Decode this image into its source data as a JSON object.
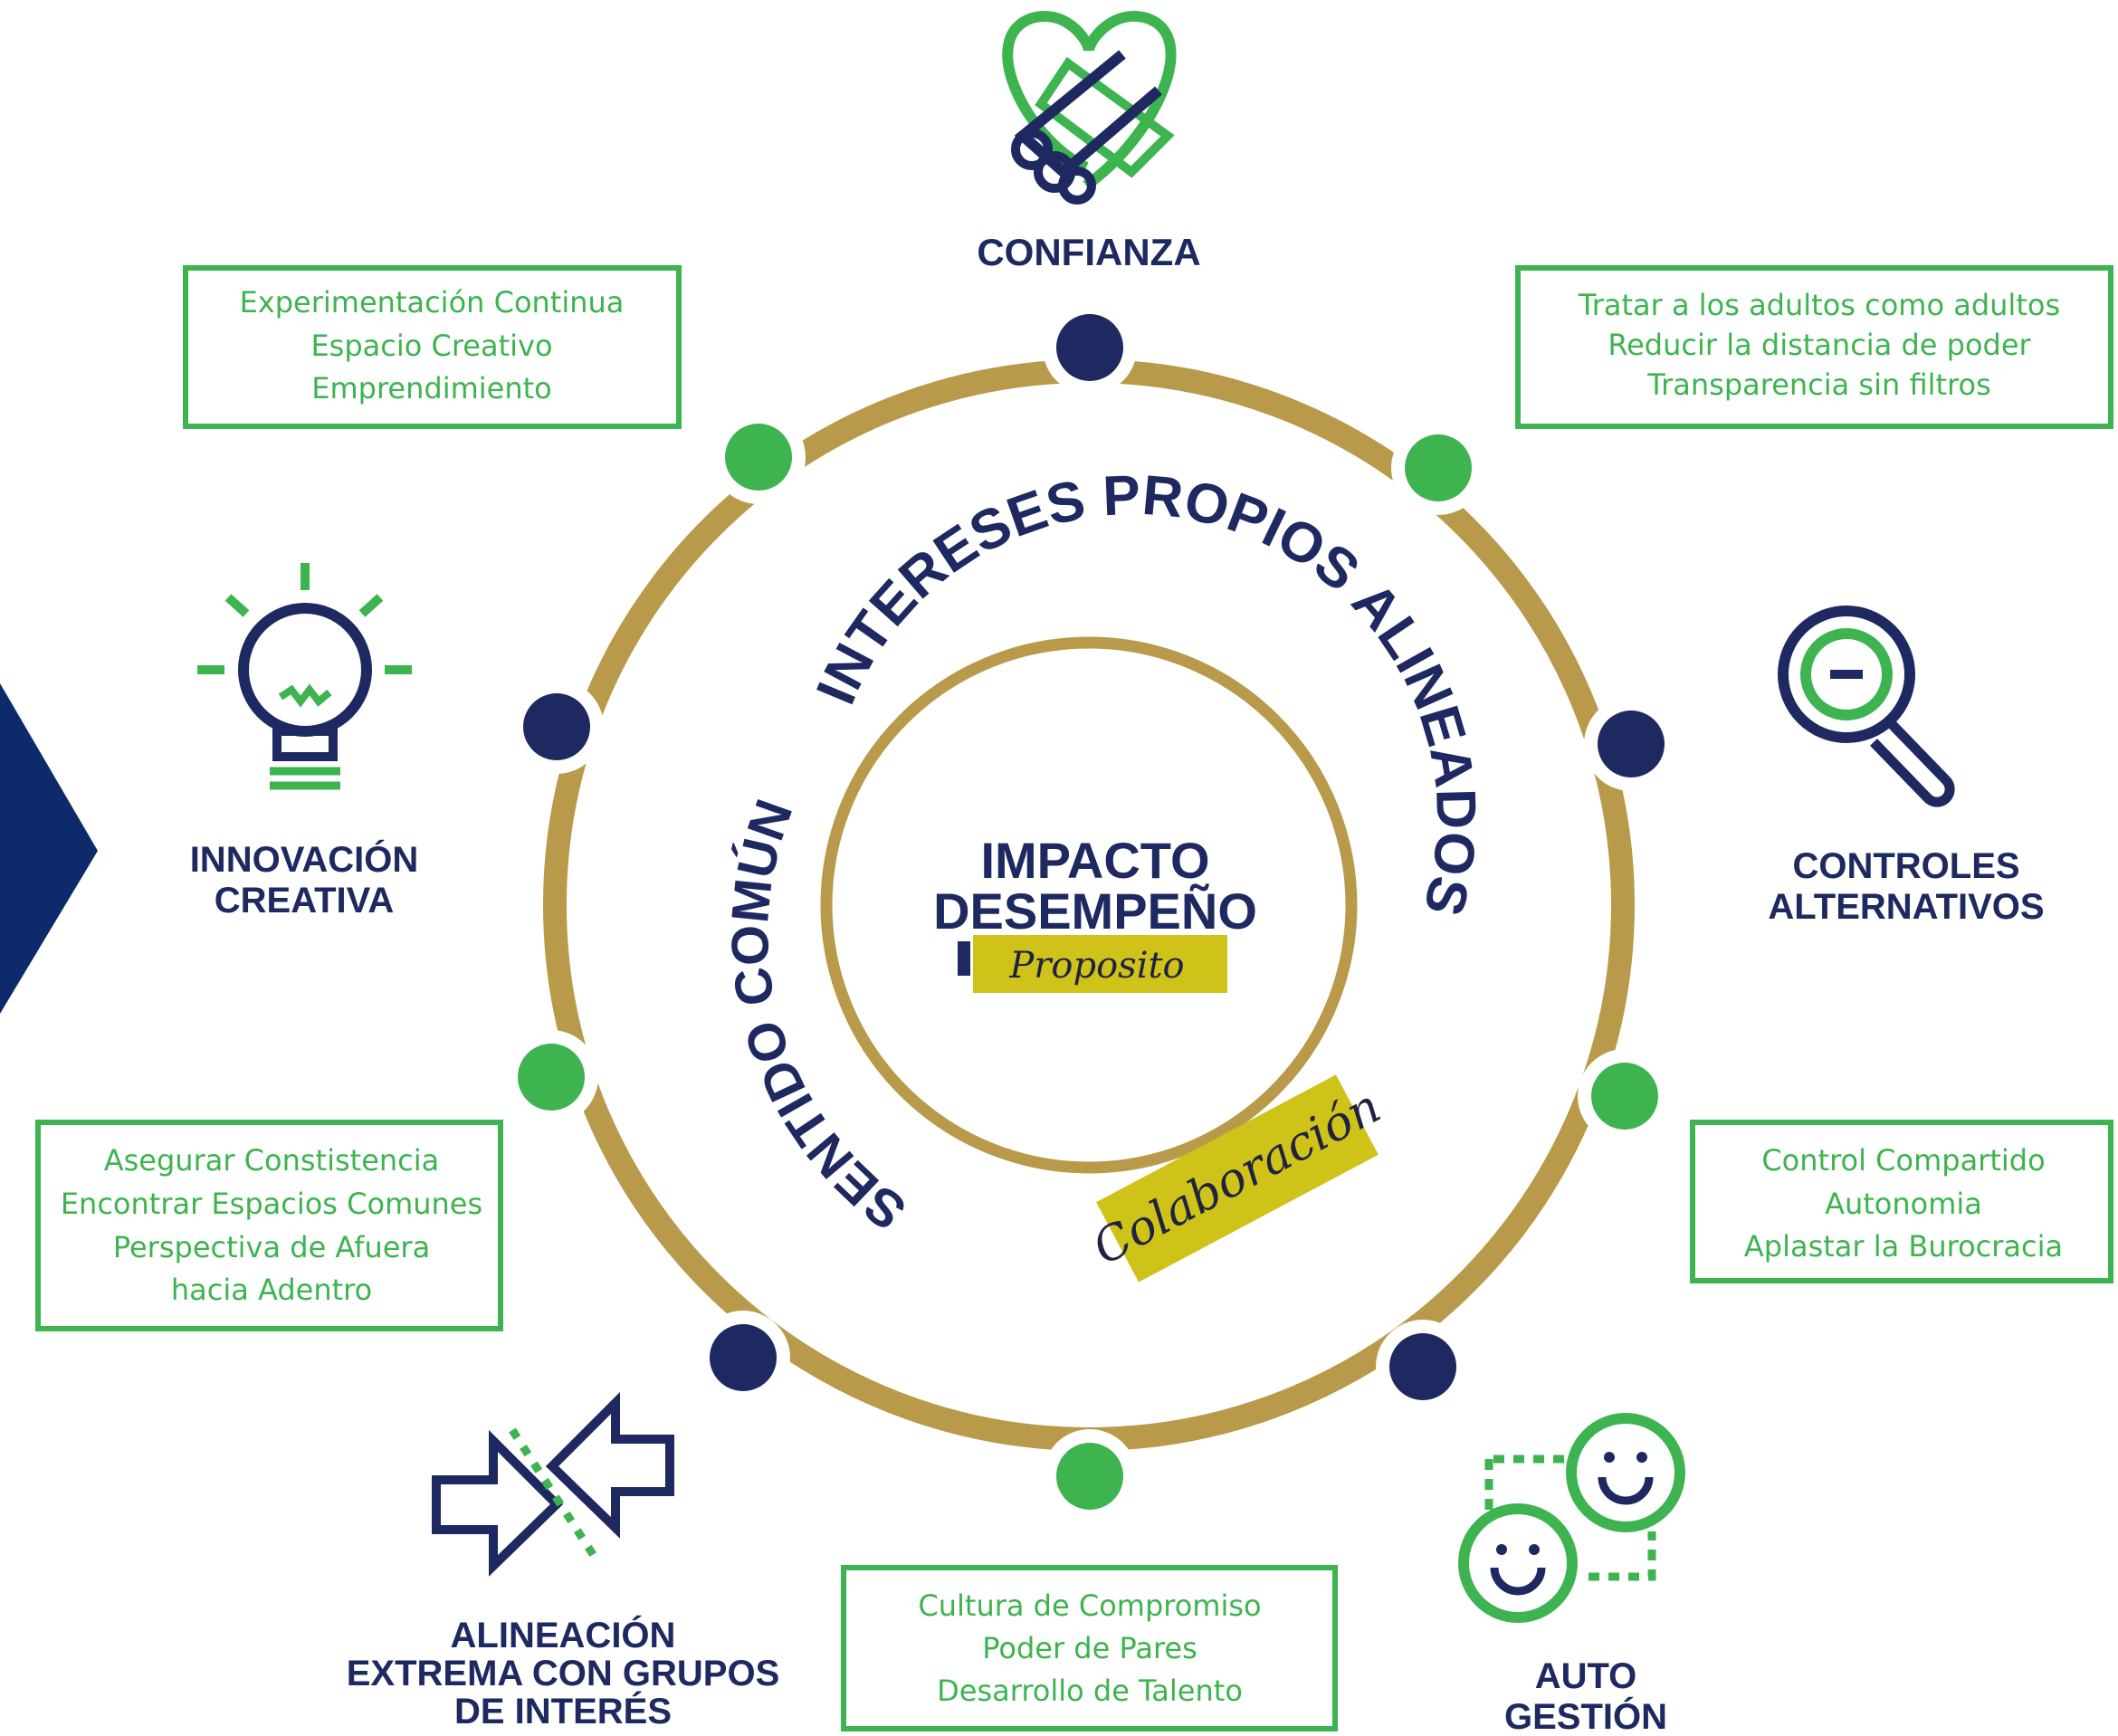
{
  "colors": {
    "navy": "#1d2960",
    "green": "#3db44f",
    "gold": "#b89a4a",
    "tag_yellow": "#cfc31a",
    "arrow_navy": "#0d2b6b"
  },
  "center": {
    "line1": "IMPACTO",
    "line2": "DESEMPEÑO",
    "tag_proposito": "Proposito",
    "tag_colaboracion": "Colaboración"
  },
  "ring_text": {
    "top_arc": "INTERESES PROPIOS ALINEADOS",
    "left_arc": "SENTIDO COMÚN"
  },
  "categories": {
    "confianza": {
      "label": "CONFIANZA",
      "icon": "heart-handshake-icon"
    },
    "innovacion": {
      "line1": "INNOVACIÓN",
      "line2": "CREATIVA",
      "icon": "lightbulb-icon"
    },
    "controles": {
      "line1": "CONTROLES",
      "line2": "ALTERNATIVOS",
      "icon": "magnifier-icon"
    },
    "alineacion": {
      "line1": "ALINEACIÓN",
      "line2": "EXTREMA CON GRUPOS",
      "line3": "DE INTERÉS",
      "icon": "converging-arrows-icon"
    },
    "autogestion": {
      "line1": "AUTO",
      "line2": "GESTIÓN",
      "icon": "smiley-faces-icon"
    }
  },
  "boxes": {
    "top_left": [
      "Experimentación Continua",
      "Espacio Creativo",
      "Emprendimiento"
    ],
    "top_right": [
      "Tratar a los adultos como adultos",
      "Reducir la distancia de poder",
      "Transparencia sin filtros"
    ],
    "mid_left": [
      "Asegurar Constistencia",
      "Encontrar Espacios Comunes",
      "Perspectiva de Afuera",
      "hacia Adentro"
    ],
    "mid_right": [
      "Control Compartido",
      "Autonomia",
      "Aplastar la Burocracia"
    ],
    "bottom": [
      "Cultura de Compromiso",
      "Poder de Pares",
      "Desarrollo de Talento"
    ]
  }
}
